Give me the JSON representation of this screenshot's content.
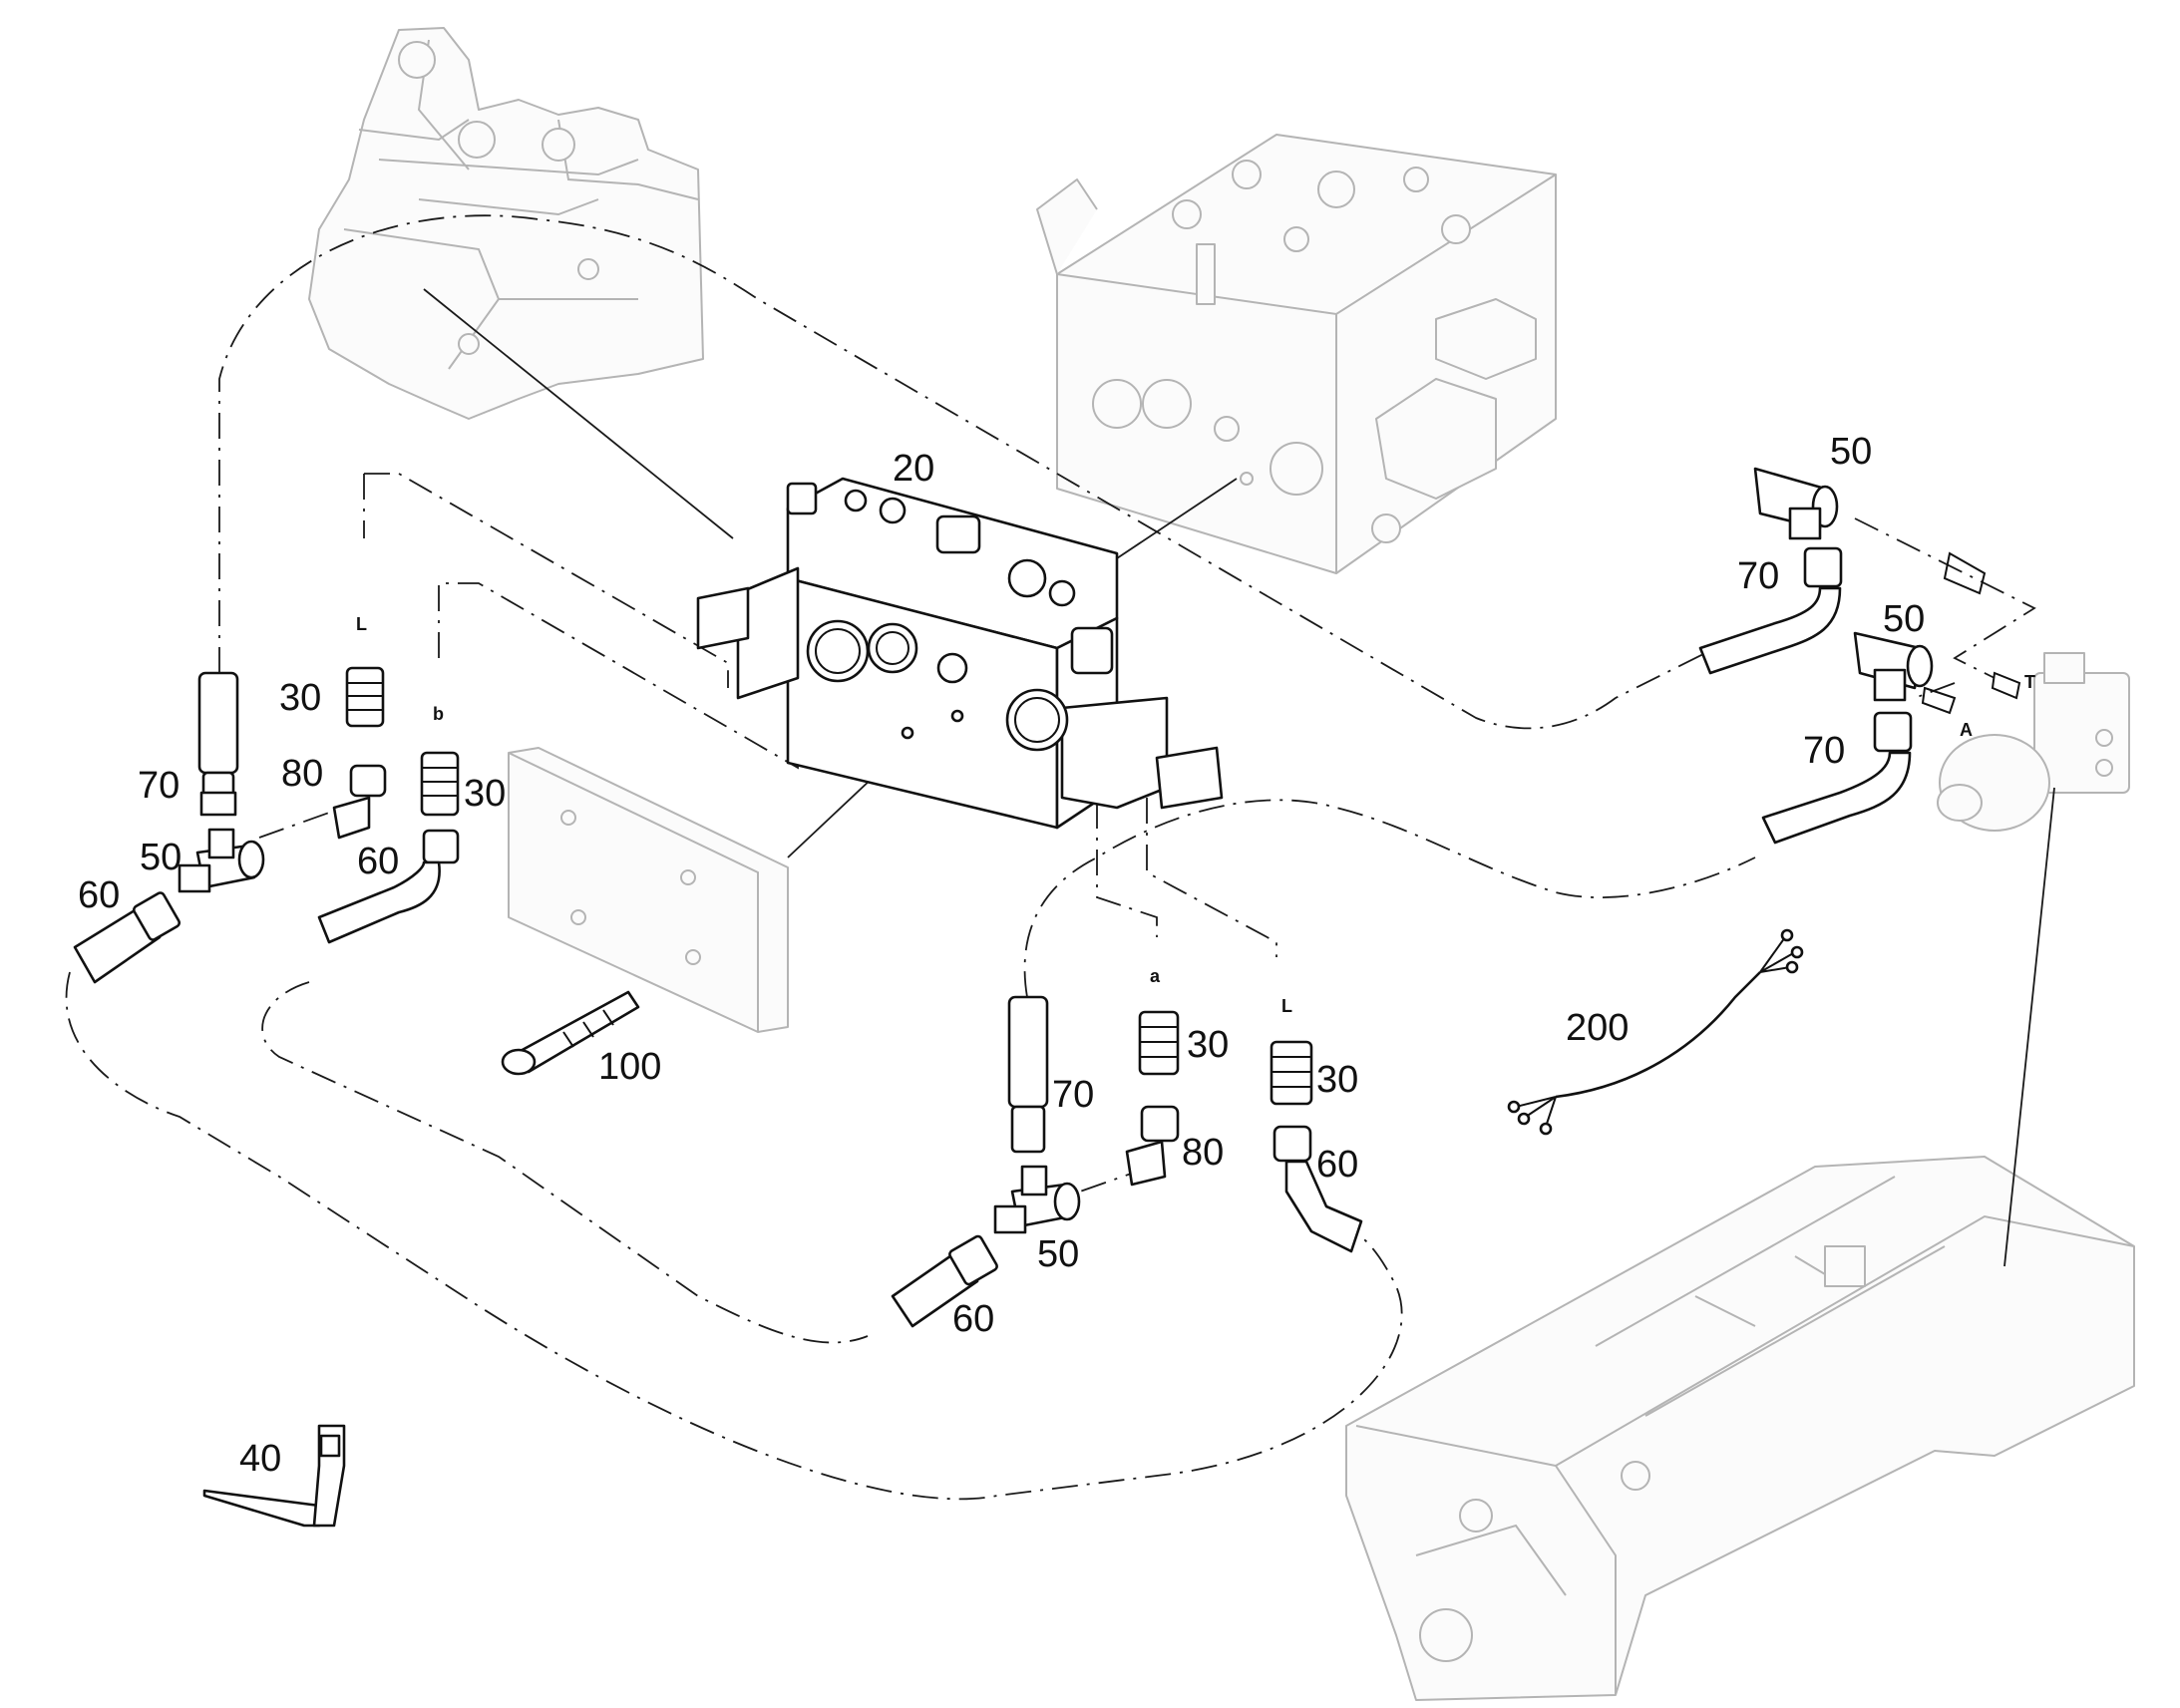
{
  "labels": {
    "p20": "20",
    "p30a": "30",
    "p30b": "30",
    "p30c": "30",
    "p30d": "30",
    "p40": "40",
    "p50a": "50",
    "p50b": "50",
    "p50c": "50",
    "p50d": "50",
    "p60a": "60",
    "p60b": "60",
    "p60c": "60",
    "p60d": "60",
    "p70a": "70",
    "p70b": "70",
    "p70c": "70",
    "p70d": "70",
    "p80a": "80",
    "p80b": "80",
    "p100": "100",
    "p200": "200"
  },
  "port_marks": {
    "L1": "L",
    "b": "b",
    "a": "a",
    "L2": "L",
    "T": "T",
    "A": "A"
  },
  "colors": {
    "ink": "#111111",
    "ghost": "#b4b4b4"
  }
}
